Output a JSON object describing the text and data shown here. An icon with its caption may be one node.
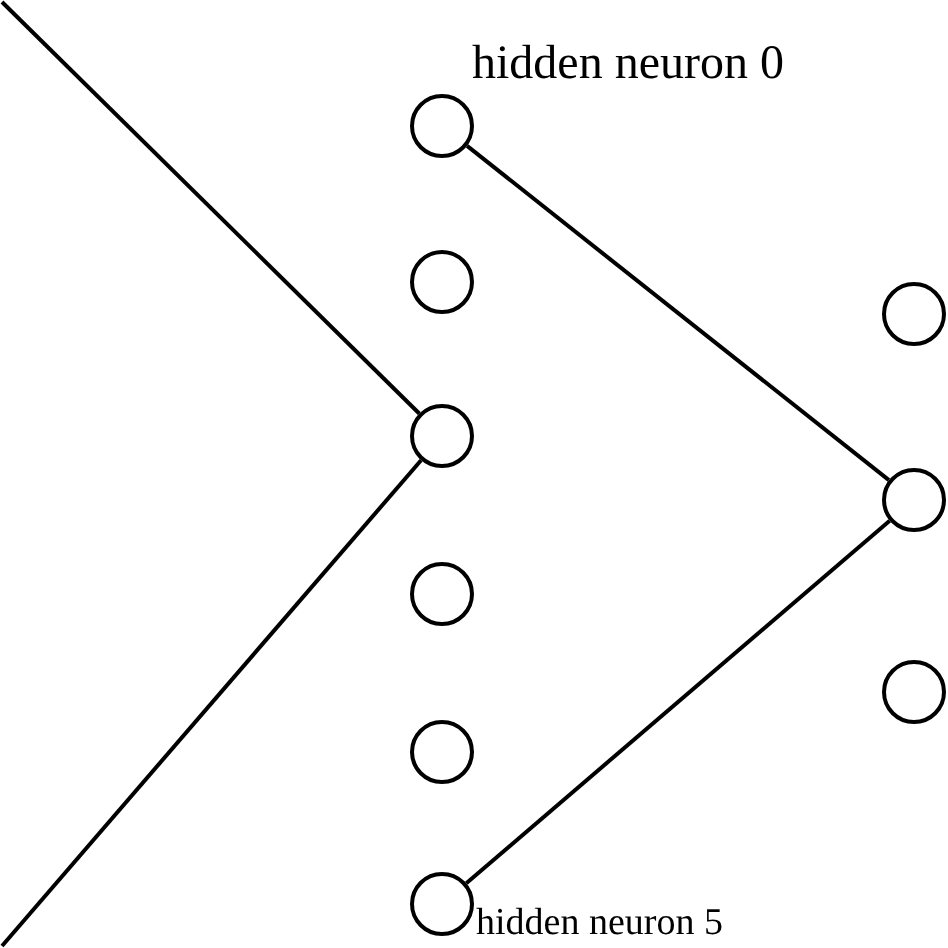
{
  "diagram": {
    "nodes": [
      {
        "text": [],
        "shape": "circle",
        "beside": [
          "hidden neuron 0"
        ]
      },
      {
        "text": [],
        "shape": "circle"
      },
      {
        "text": [],
        "shape": "circle"
      },
      {
        "text": [],
        "shape": "circle"
      },
      {
        "text": [],
        "shape": "circle"
      },
      {
        "text": [],
        "shape": "circle",
        "beside": [
          "hidden neuron 5"
        ]
      },
      {
        "text": [],
        "shape": "circle"
      },
      {
        "text": [],
        "shape": "circle"
      },
      {
        "text": [],
        "shape": "circle"
      }
    ],
    "edges": [
      {
        "from": null,
        "to": 2,
        "arrow": "none"
      },
      {
        "from": null,
        "to": 2,
        "arrow": "none"
      },
      {
        "from": 0,
        "to": 7,
        "arrow": "none"
      },
      {
        "from": 5,
        "to": 7,
        "arrow": "none"
      }
    ]
  }
}
